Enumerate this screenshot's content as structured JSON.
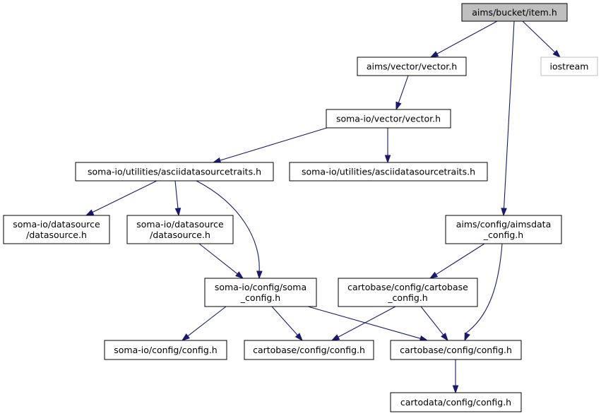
{
  "nodes": {
    "item_h": {
      "lines": [
        "aims/bucket/item.h"
      ],
      "kind": "root"
    },
    "aims_vector_h": {
      "lines": [
        "aims/vector/vector.h"
      ],
      "kind": "normal"
    },
    "iostream": {
      "lines": [
        "iostream"
      ],
      "kind": "external"
    },
    "somaio_vector_h": {
      "lines": [
        "soma-io/vector/vector.h"
      ],
      "kind": "normal"
    },
    "ascii_traits_a": {
      "lines": [
        "soma-io/utilities/asciidatasourcetraits.h"
      ],
      "kind": "normal"
    },
    "ascii_traits_b": {
      "lines": [
        "soma-io/utilities/asciidatasourcetraits.h"
      ],
      "kind": "normal"
    },
    "datasource_a": {
      "lines": [
        "soma-io/datasource",
        "/datasource.h"
      ],
      "kind": "normal"
    },
    "datasource_b": {
      "lines": [
        "soma-io/datasource",
        "/datasource.h"
      ],
      "kind": "normal"
    },
    "aimsdata_config": {
      "lines": [
        "aims/config/aimsdata",
        "_config.h"
      ],
      "kind": "normal"
    },
    "soma_config": {
      "lines": [
        "soma-io/config/soma",
        "_config.h"
      ],
      "kind": "normal"
    },
    "cartobase_config_cb": {
      "lines": [
        "cartobase/config/cartobase",
        "_config.h"
      ],
      "kind": "normal"
    },
    "somaio_config_h": {
      "lines": [
        "soma-io/config/config.h"
      ],
      "kind": "normal"
    },
    "cartobase_config_a": {
      "lines": [
        "cartobase/config/config.h"
      ],
      "kind": "normal"
    },
    "cartobase_config_b": {
      "lines": [
        "cartobase/config/config.h"
      ],
      "kind": "normal"
    },
    "cartodata_config": {
      "lines": [
        "cartodata/config/config.h"
      ],
      "kind": "normal"
    }
  },
  "edges": [
    {
      "from": "item_h",
      "to": "aims_vector_h"
    },
    {
      "from": "item_h",
      "to": "iostream"
    },
    {
      "from": "item_h",
      "to": "aimsdata_config"
    },
    {
      "from": "aims_vector_h",
      "to": "somaio_vector_h"
    },
    {
      "from": "somaio_vector_h",
      "to": "ascii_traits_a"
    },
    {
      "from": "somaio_vector_h",
      "to": "ascii_traits_b"
    },
    {
      "from": "ascii_traits_a",
      "to": "datasource_a"
    },
    {
      "from": "ascii_traits_a",
      "to": "datasource_b"
    },
    {
      "from": "ascii_traits_a",
      "to": "soma_config"
    },
    {
      "from": "datasource_b",
      "to": "soma_config"
    },
    {
      "from": "aimsdata_config",
      "to": "cartobase_config_cb"
    },
    {
      "from": "aimsdata_config",
      "to": "cartobase_config_b"
    },
    {
      "from": "soma_config",
      "to": "somaio_config_h"
    },
    {
      "from": "soma_config",
      "to": "cartobase_config_a"
    },
    {
      "from": "soma_config",
      "to": "cartobase_config_b"
    },
    {
      "from": "cartobase_config_cb",
      "to": "cartobase_config_a"
    },
    {
      "from": "cartobase_config_cb",
      "to": "cartobase_config_b"
    },
    {
      "from": "cartobase_config_b",
      "to": "cartodata_config"
    }
  ]
}
